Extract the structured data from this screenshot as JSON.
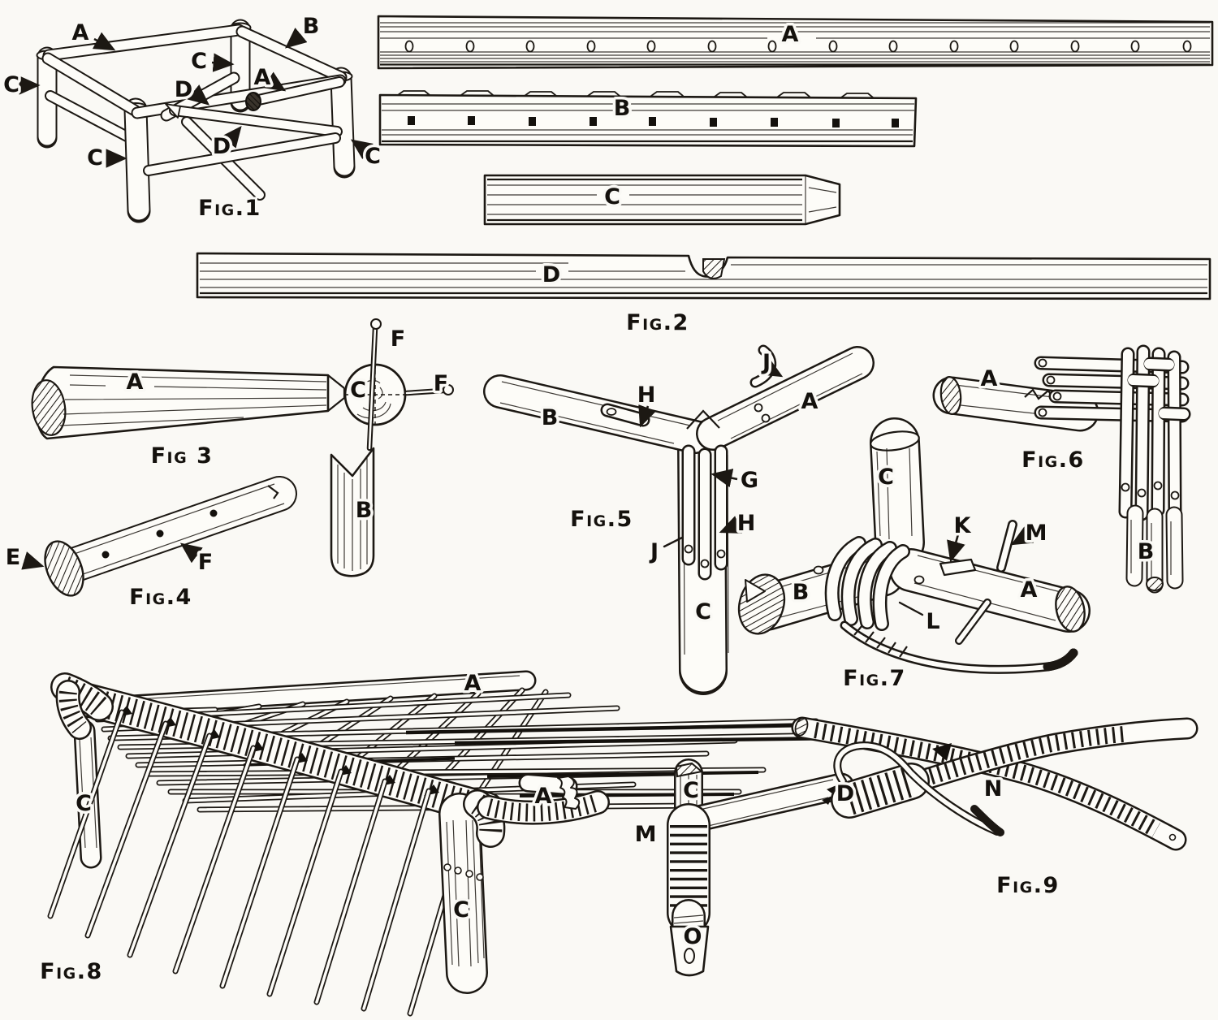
{
  "document": {
    "kind": "scanned technical plate",
    "colors": {
      "paper": "#faf9f5",
      "ink": "#1c1813"
    }
  },
  "figures": [
    {
      "caption": "Fig.1",
      "labels": [
        "A",
        "B",
        "C",
        "C",
        "A",
        "D",
        "D",
        "C",
        "C"
      ]
    },
    {
      "caption": "Fig.2",
      "labels": [
        "A",
        "B",
        "C",
        "D"
      ]
    },
    {
      "caption": "Fig 3",
      "labels": [
        "A",
        "C",
        "F",
        "F",
        "B"
      ]
    },
    {
      "caption": "Fig.4",
      "labels": [
        "E",
        "F"
      ]
    },
    {
      "caption": "Fig.5",
      "labels": [
        "B",
        "H",
        "J",
        "A",
        "G",
        "H",
        "J",
        "C"
      ]
    },
    {
      "caption": "Fig.6",
      "labels": [
        "A",
        "B"
      ]
    },
    {
      "caption": "Fig.7",
      "labels": [
        "B",
        "C",
        "K",
        "M",
        "A",
        "L"
      ]
    },
    {
      "caption": "Fig.8",
      "labels": [
        "A",
        "C",
        "A",
        "C"
      ]
    },
    {
      "caption": "Fig.9",
      "labels": [
        "C",
        "M",
        "D",
        "N",
        "O"
      ]
    }
  ]
}
